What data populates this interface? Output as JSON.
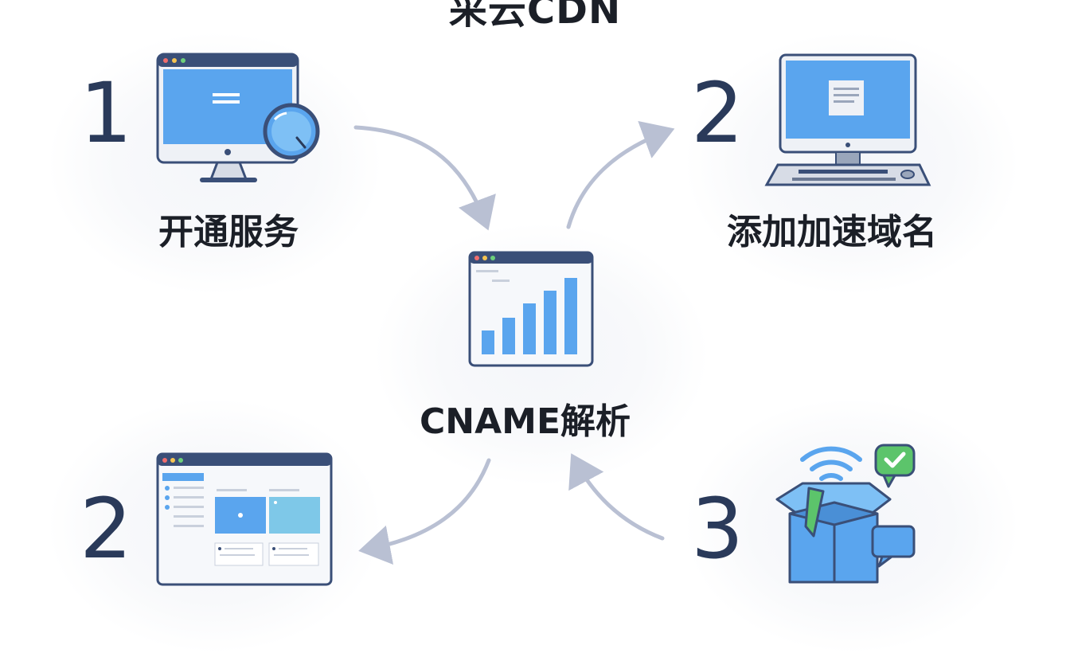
{
  "title": "采云CDN",
  "steps": [
    {
      "number": "1",
      "label": "开通服务"
    },
    {
      "number": "2",
      "label": "添加加速域名"
    },
    {
      "number": "2"
    },
    {
      "number": "3"
    }
  ],
  "center": {
    "label": "CNAME解析"
  },
  "colors": {
    "screen_blue": "#5aa5ee",
    "frame_dark": "#3a4f78",
    "arrow": "#b9c0d3",
    "number": "#2a3a5a",
    "check_green": "#5cc46b"
  },
  "icons": [
    "monitor-magnifier-icon",
    "desktop-keyboard-icon",
    "bar-chart-window-icon",
    "dashboard-window-icon",
    "box-wifi-check-icon"
  ]
}
